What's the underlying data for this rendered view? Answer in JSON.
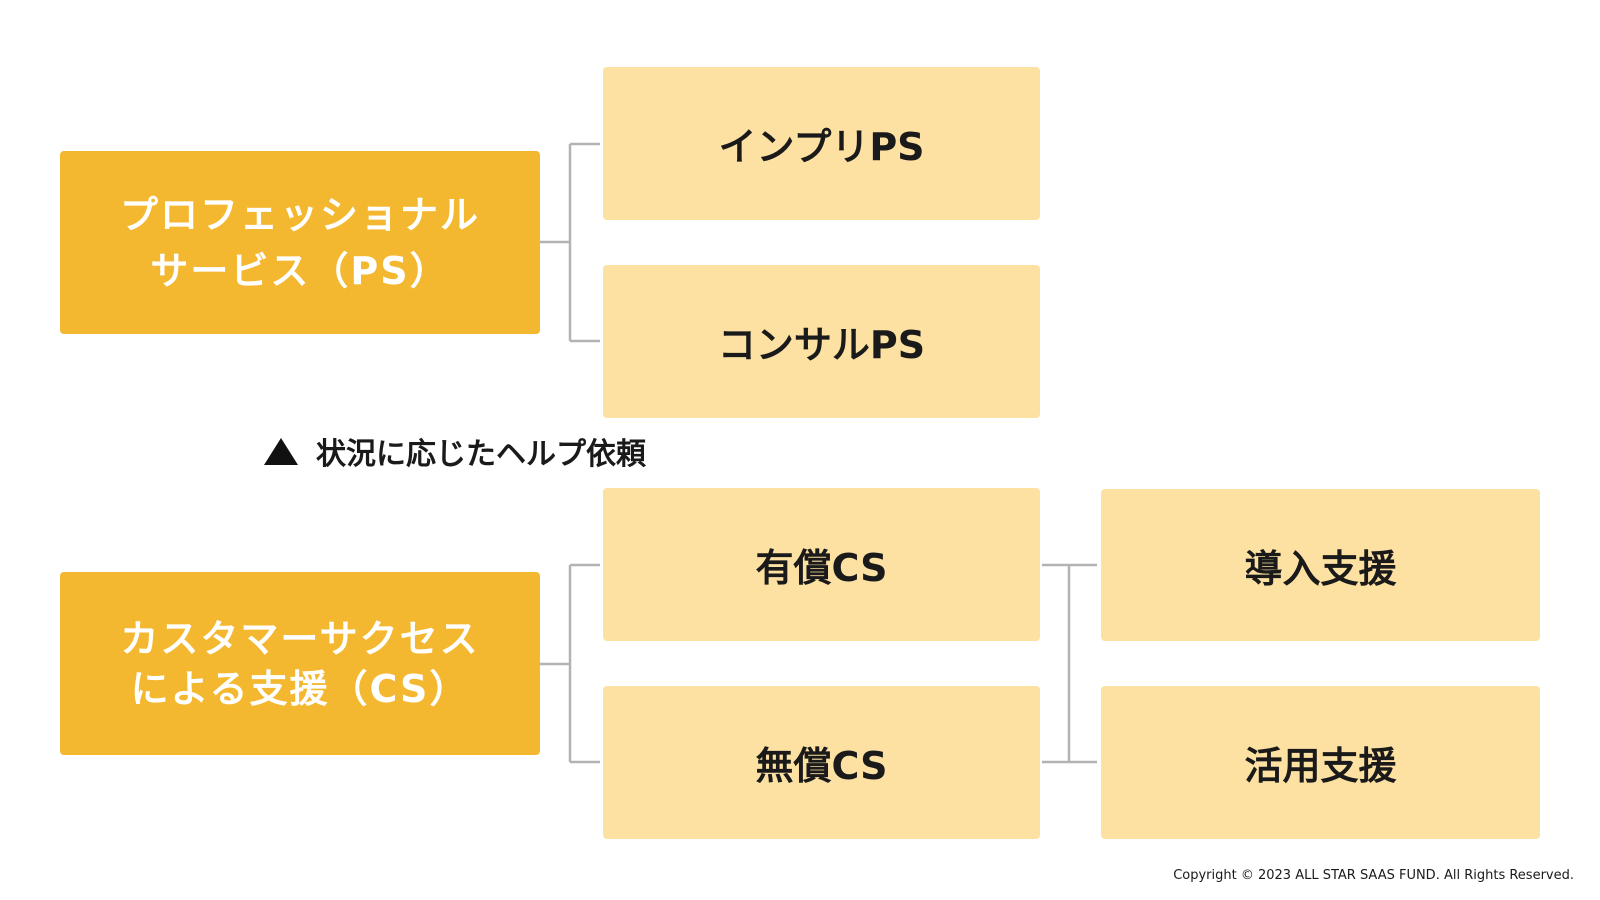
{
  "ps": {
    "main_line1": "プロフェッショナル",
    "main_line2": "サービス（PS）",
    "child1": "インプリPS",
    "child2": "コンサルPS"
  },
  "help_note": {
    "icon": "triangle-up-icon",
    "text": "状況に応じたヘルプ依頼"
  },
  "cs": {
    "main_line1": "カスタマーサクセス",
    "main_line2": "による支援（CS）",
    "child1": "有償CS",
    "child2": "無償CS",
    "grandchild1": "導入支援",
    "grandchild2": "活用支援"
  },
  "footer": {
    "copyright": "Copyright © 2023 ALL STAR SAAS FUND. All Rights Reserved."
  },
  "colors": {
    "primary": "#f4b730",
    "secondary": "#fde1a3",
    "connector": "#b3b3b3",
    "text_dark": "#1a1a1a"
  }
}
